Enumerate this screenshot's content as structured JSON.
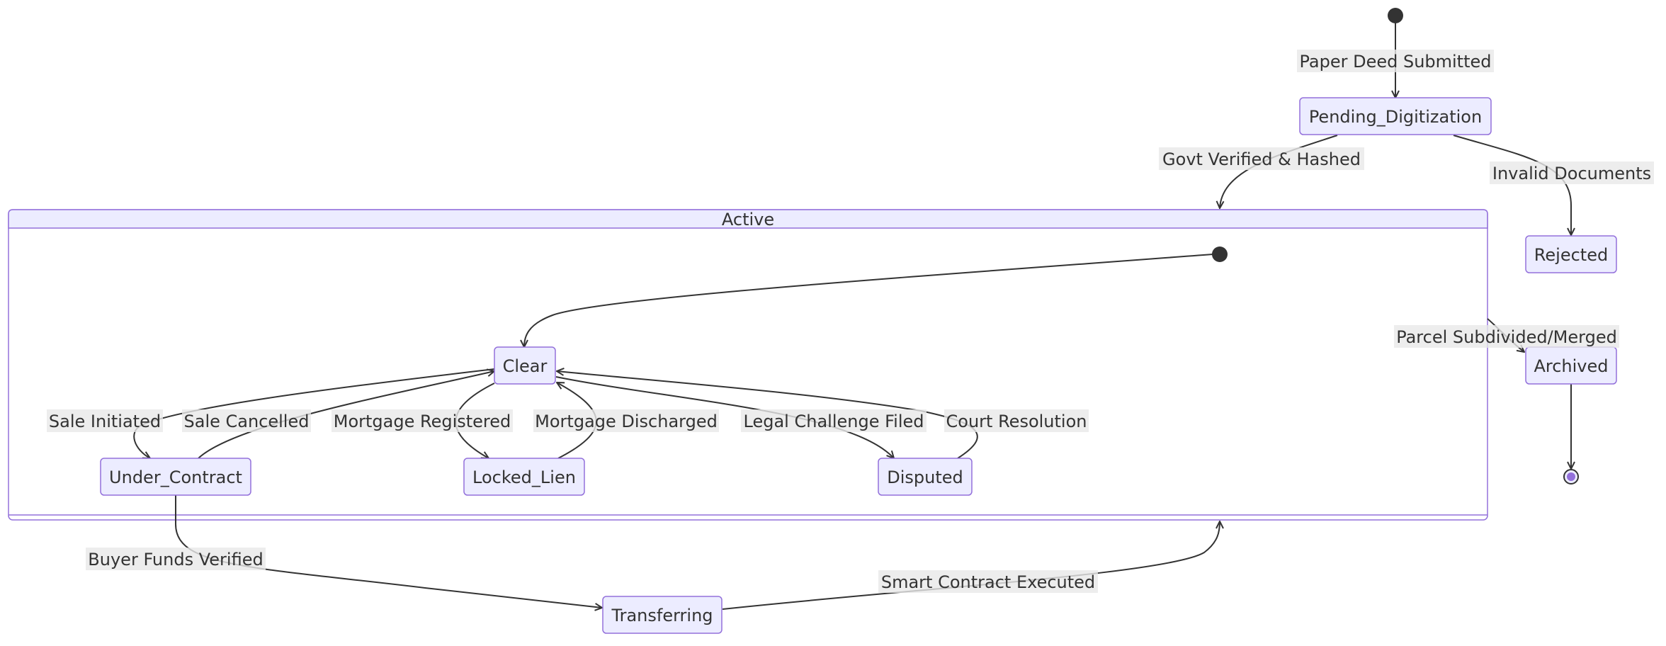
{
  "diagram": {
    "type": "state-diagram",
    "composite": {
      "label": "Active"
    },
    "states": {
      "pending": "Pending_Digitization",
      "rejected": "Rejected",
      "archived": "Archived",
      "clear": "Clear",
      "under_contract": "Under_Contract",
      "locked_lien": "Locked_Lien",
      "disputed": "Disputed",
      "transferring": "Transferring"
    },
    "transitions": {
      "paper_deed": "Paper Deed Submitted",
      "govt_verified": "Govt Verified & Hashed",
      "invalid_docs": "Invalid Documents",
      "parcel_subdivided": "Parcel Subdivided/Merged",
      "sale_initiated": "Sale Initiated",
      "sale_cancelled": "Sale Cancelled",
      "mortgage_registered": "Mortgage Registered",
      "mortgage_discharged": "Mortgage Discharged",
      "legal_challenge": "Legal Challenge Filed",
      "court_resolution": "Court Resolution",
      "buyer_funds": "Buyer Funds Verified",
      "smart_contract": "Smart Contract Executed"
    },
    "colors": {
      "node_fill": "#ECECFF",
      "node_stroke": "#9370DB",
      "edge": "#333333",
      "text": "#333333"
    }
  }
}
